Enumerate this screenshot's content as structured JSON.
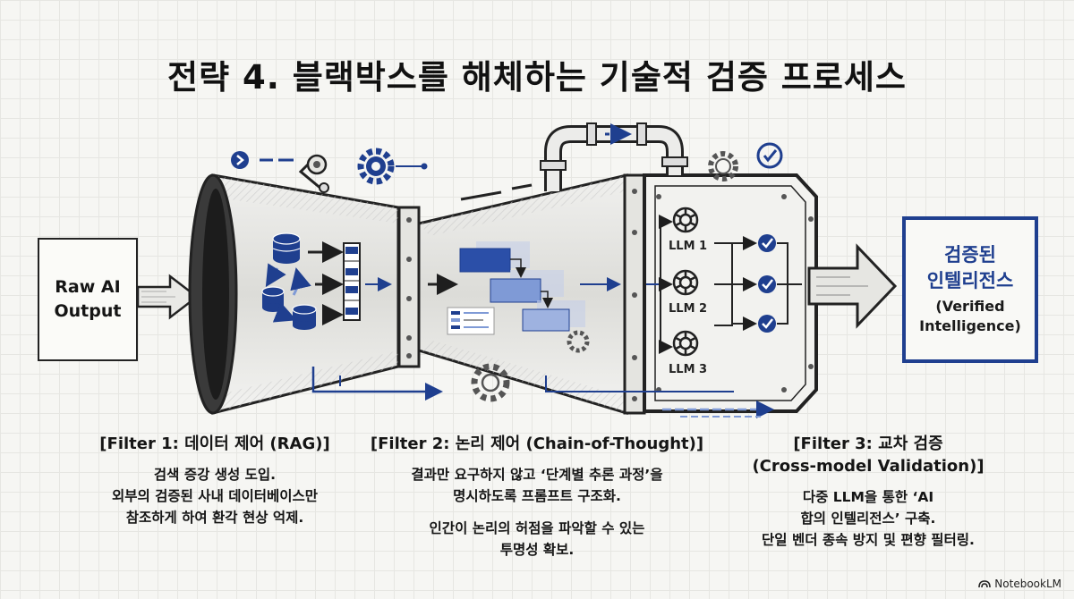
{
  "title": "전략 4. 블랙박스를 해체하는 기술적 검증 프로세스",
  "input_box": {
    "label": "Raw AI\nOutput"
  },
  "output_box": {
    "label_ko": "검증된\n인텔리전스",
    "label_en": "(Verified\nIntelligence)"
  },
  "llm_labels": [
    "LLM 1",
    "LLM 2",
    "LLM 3"
  ],
  "filters": [
    {
      "heading": "[Filter 1: 데이터 제어 (RAG)]",
      "body": "검색 증강 생성 도입.\n외부의 검증된 사내 데이터베이스만\n참조하게 하여 환각 현상 억제.",
      "body2": ""
    },
    {
      "heading": "[Filter 2: 논리 제어 (Chain-of-Thought)]",
      "body": "결과만 요구하지 않고 ‘단계별 추론 과정’을\n명시하도록 프롬프트 구조화.",
      "body2": "인간이 논리의 허점을 파악할 수 있는\n투명성 확보."
    },
    {
      "heading": "[Filter 3: 교차 검증\n(Cross-model Validation)]",
      "body": "다중 LLM을 통한 ‘AI\n합의 인텔리전스’ 구축.\n단일 벤더 종속 방지 및 편향 필터링.",
      "body2": ""
    }
  ],
  "brand": "NotebookLM",
  "colors": {
    "accent": "#1f3f8f",
    "ink": "#1e1e1e",
    "light_blue": "#7f9ad6"
  }
}
